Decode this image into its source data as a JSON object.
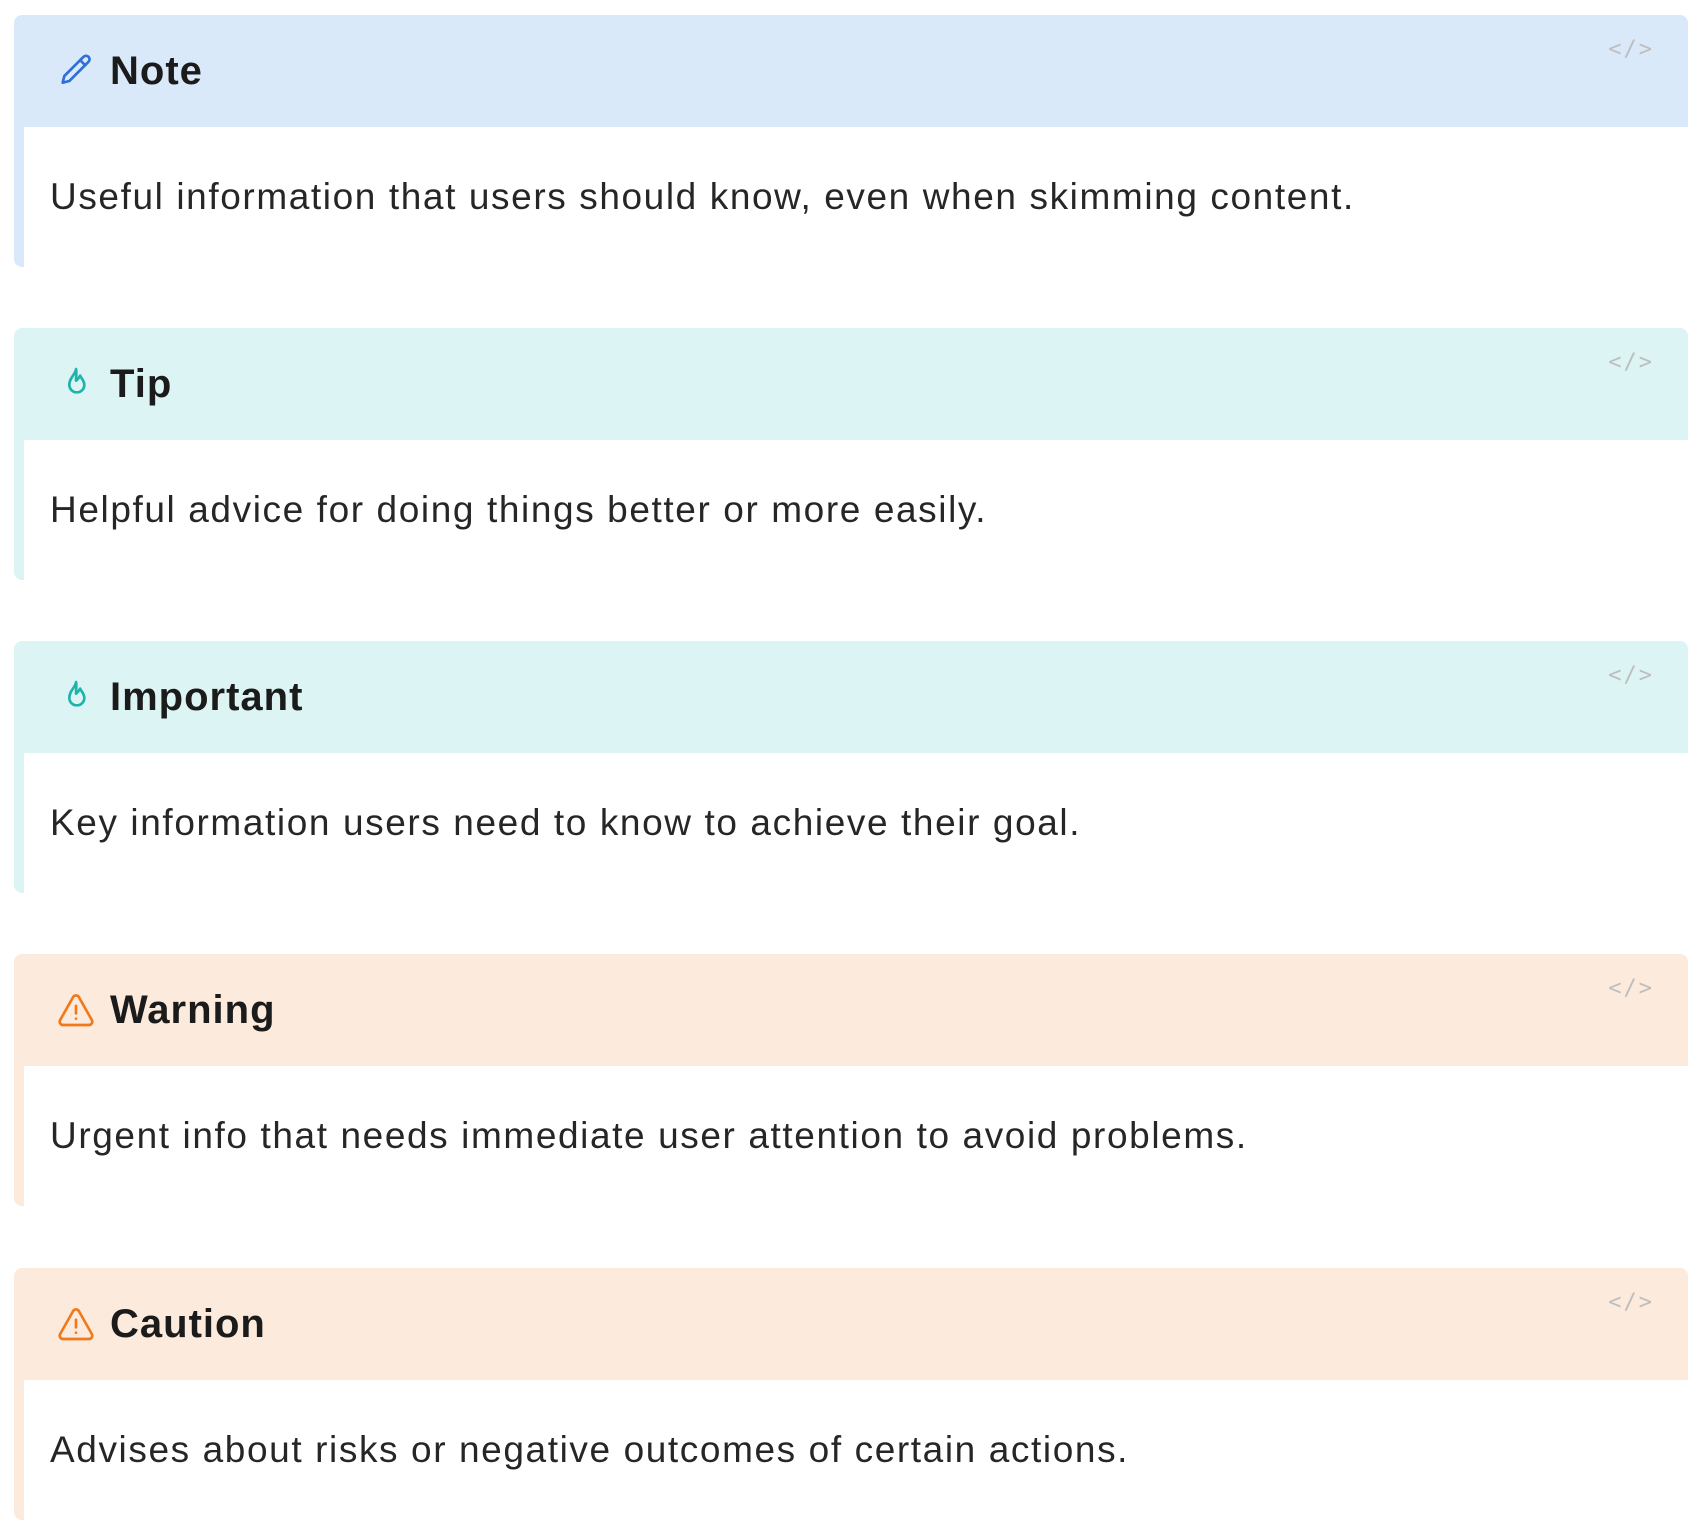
{
  "colors": {
    "note_bg": "#dae9f9",
    "note_icon": "#2f6fd6",
    "tip_bg": "#dcf4f3",
    "tip_icon": "#1fb3ad",
    "warning_bg": "#fceadc",
    "warning_icon": "#f07a1b"
  },
  "callouts": [
    {
      "title": "Note",
      "icon": "pencil-icon",
      "text": "Useful information that users should know, even when skimming content.",
      "code_label": "</>"
    },
    {
      "title": "Tip",
      "icon": "flame-icon",
      "text": "Helpful advice for doing things better or more easily.",
      "code_label": "</>"
    },
    {
      "title": "Important",
      "icon": "flame-icon",
      "text": "Key information users need to know to achieve their goal.",
      "code_label": "</>"
    },
    {
      "title": "Warning",
      "icon": "warning-triangle-icon",
      "text": "Urgent info that needs immediate user attention to avoid problems.",
      "code_label": "</>"
    },
    {
      "title": "Caution",
      "icon": "warning-triangle-icon",
      "text": "Advises about risks or negative outcomes of certain actions.",
      "code_label": "</>"
    }
  ]
}
